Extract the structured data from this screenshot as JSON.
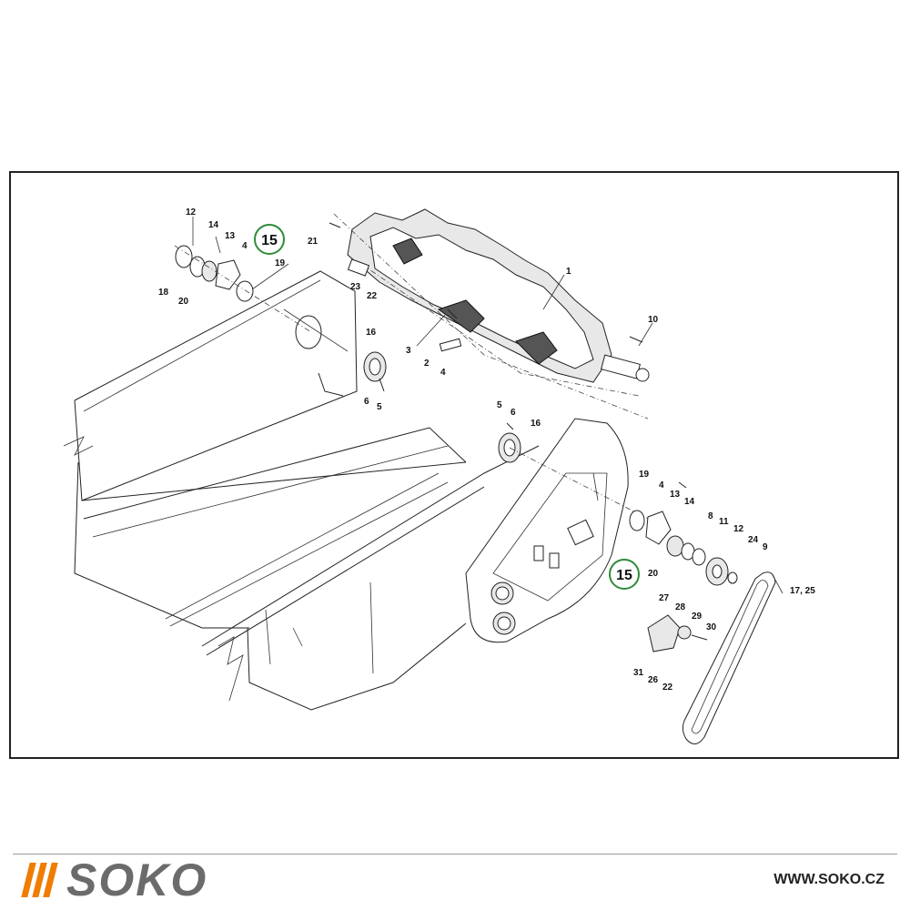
{
  "diagram": {
    "callouts": [
      "1",
      "2",
      "3",
      "4",
      "4",
      "4",
      "5",
      "5",
      "6",
      "6",
      "8",
      "9",
      "10",
      "11",
      "12",
      "12",
      "13",
      "13",
      "14",
      "14",
      "16",
      "16",
      "17, 25",
      "18",
      "19",
      "19",
      "20",
      "20",
      "21",
      "22",
      "22",
      "23",
      "24",
      "26",
      "27",
      "28",
      "29",
      "30",
      "31"
    ],
    "highlighted_callout": "15",
    "highlight_color": "#2e8b3a"
  },
  "brand": {
    "name": "SOKO",
    "accent_color": "#f07c00",
    "text_color": "#6b6b6b",
    "website": "WWW.SOKO.CZ"
  }
}
